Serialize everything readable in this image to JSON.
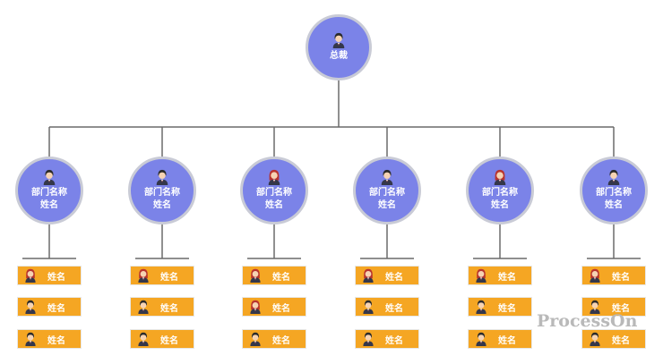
{
  "root": {
    "name": "总裁",
    "avatar": "male-avatar-icon"
  },
  "departments": [
    {
      "name": "部门名称",
      "head": "姓名",
      "avatar": "male-avatar-icon",
      "staff": [
        {
          "name": "姓名",
          "avatar": "female-avatar-icon"
        },
        {
          "name": "姓名",
          "avatar": "male-avatar-icon"
        },
        {
          "name": "姓名",
          "avatar": "male-avatar-icon"
        }
      ]
    },
    {
      "name": "部门名称",
      "head": "姓名",
      "avatar": "male-avatar-icon",
      "staff": [
        {
          "name": "姓名",
          "avatar": "female-avatar-icon"
        },
        {
          "name": "姓名",
          "avatar": "male-avatar-icon"
        },
        {
          "name": "姓名",
          "avatar": "male-avatar-icon"
        }
      ]
    },
    {
      "name": "部门名称",
      "head": "姓名",
      "avatar": "female-avatar-icon",
      "staff": [
        {
          "name": "姓名",
          "avatar": "female-avatar-icon"
        },
        {
          "name": "姓名",
          "avatar": "female-avatar-icon"
        },
        {
          "name": "姓名",
          "avatar": "male-avatar-icon"
        }
      ]
    },
    {
      "name": "部门名称",
      "head": "姓名",
      "avatar": "male-avatar-icon",
      "staff": [
        {
          "name": "姓名",
          "avatar": "female-avatar-icon"
        },
        {
          "name": "姓名",
          "avatar": "male-avatar-icon"
        },
        {
          "name": "姓名",
          "avatar": "male-avatar-icon"
        }
      ]
    },
    {
      "name": "部门名称",
      "head": "姓名",
      "avatar": "female-avatar-icon",
      "staff": [
        {
          "name": "姓名",
          "avatar": "female-avatar-icon"
        },
        {
          "name": "姓名",
          "avatar": "male-avatar-icon"
        },
        {
          "name": "姓名",
          "avatar": "male-avatar-icon"
        }
      ]
    },
    {
      "name": "部门名称",
      "head": "姓名",
      "avatar": "male-avatar-icon",
      "staff": [
        {
          "name": "姓名",
          "avatar": "female-avatar-icon"
        },
        {
          "name": "姓名",
          "avatar": "male-avatar-icon"
        },
        {
          "name": "姓名",
          "avatar": "male-avatar-icon"
        }
      ]
    }
  ],
  "watermark": "ProcessOn",
  "colors": {
    "node_fill": "#7b83e8",
    "node_border": "#c9cbd6",
    "leaf_fill": "#f5a623",
    "connector": "#6a6a6a",
    "watermark": "#b9b9b9"
  }
}
